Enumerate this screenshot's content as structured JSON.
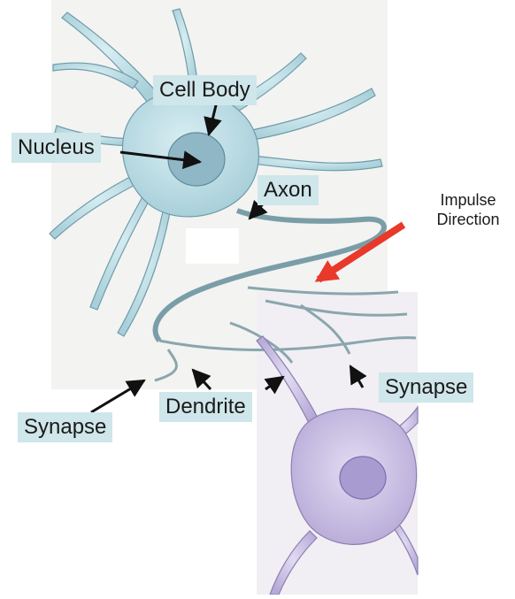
{
  "labels": {
    "cell_body": "Cell Body",
    "nucleus": "Nucleus",
    "axon": "Axon",
    "impulse_line1": "Impulse",
    "impulse_line2": "Direction",
    "synapse_left": "Synapse",
    "dendrite": "Dendrite",
    "synapse_right": "Synapse"
  },
  "colors": {
    "label_background": "#cfe6ea",
    "neuron_blue": "#b8dbe3",
    "neuron_purple": "#c8bde3",
    "impulse_arrow": "#e8392a"
  }
}
